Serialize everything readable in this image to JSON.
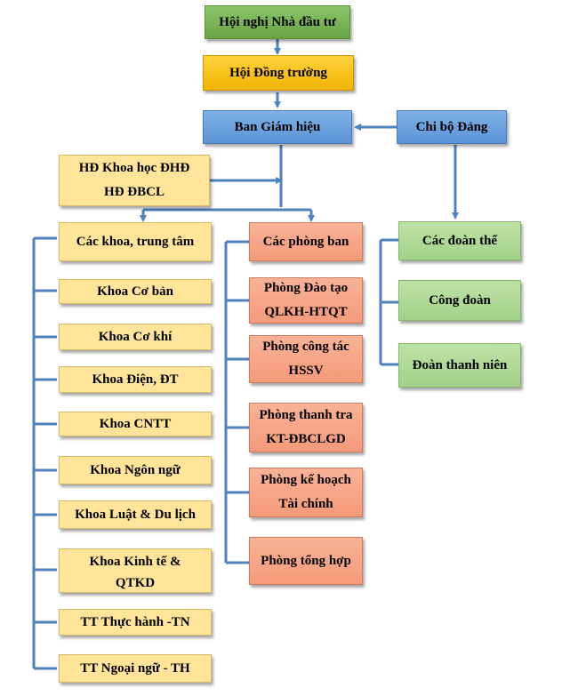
{
  "top": {
    "investors": "Hội nghị Nhà đầu tư",
    "council": "Hội Đồng trường",
    "board": "Ban Giám hiệu",
    "party": "Chi bộ Đảng",
    "science_line1": "HĐ Khoa học ĐHĐ",
    "science_line2": "HĐ ĐBCL"
  },
  "faculties": {
    "header": "Các khoa, trung tâm",
    "items": [
      "Khoa Cơ bản",
      "Khoa Cơ khí",
      "Khoa Điện, ĐT",
      "Khoa CNTT",
      "Khoa Ngôn ngữ",
      "Khoa Luật & Du lịch",
      "Khoa Kinh tế &",
      "QTKD",
      "TT Thực hành -TN",
      "TT Ngoại ngữ - TH"
    ]
  },
  "departments": {
    "header": "Các phòng ban",
    "items": [
      "Phòng Đào tạo",
      "QLKH-HTQT",
      "Phòng công tác",
      "HSSV",
      "Phòng thanh tra",
      "KT-ĐBCLGD",
      "Phòng kế hoạch",
      "Tài chính",
      "Phòng tổng hợp"
    ]
  },
  "unions": {
    "header": "Các đoàn thể",
    "items": [
      "Công đoàn",
      "Đoàn thanh niên"
    ]
  },
  "colors": {
    "connector": "#4f81bd",
    "dark_green": "#70ad47",
    "gold": "#ffc000",
    "blue": "#5b9bd5",
    "light_yellow": "#ffe699",
    "salmon": "#f4b183",
    "light_green": "#a9d18e"
  }
}
